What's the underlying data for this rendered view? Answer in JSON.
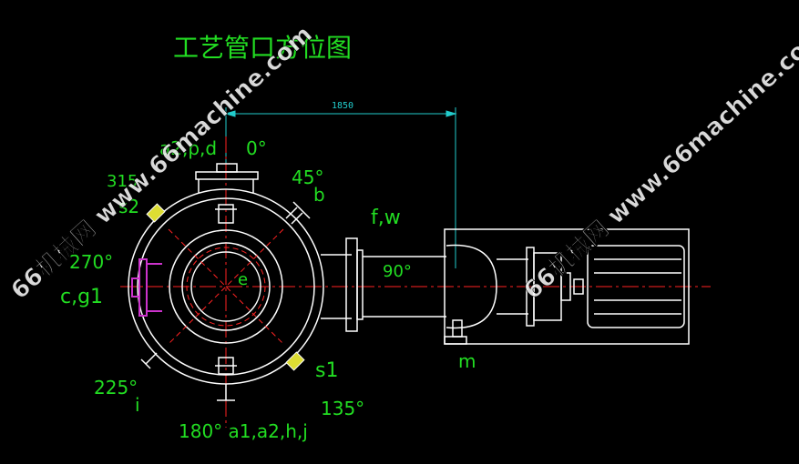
{
  "title": "工艺管口方位图",
  "dimension": "1850",
  "labels": {
    "a2pd": "a2,p,d",
    "deg0": "0°",
    "s2_315": "315",
    "s2": "s2",
    "deg45": "45°",
    "b": "b",
    "fw": "f,w",
    "deg270": "270°",
    "cg1": "c,g1",
    "e": "e",
    "deg90": "90°",
    "m": "m",
    "deg225": "225°",
    "i": "i",
    "s1": "s1",
    "deg135": "135°",
    "bottom": "180° a1,a2,h,j"
  },
  "watermark": [
    "66机械网 www.66machine.com",
    "66机械网 www.66machine.com"
  ],
  "colors": {
    "background": "#000000",
    "text": "#22dd22",
    "outline": "#ffffff",
    "centerline": "#ff2222",
    "dimension": "#22cccc",
    "nozzle": "#cc33cc",
    "sightglass": "#dddd33"
  }
}
